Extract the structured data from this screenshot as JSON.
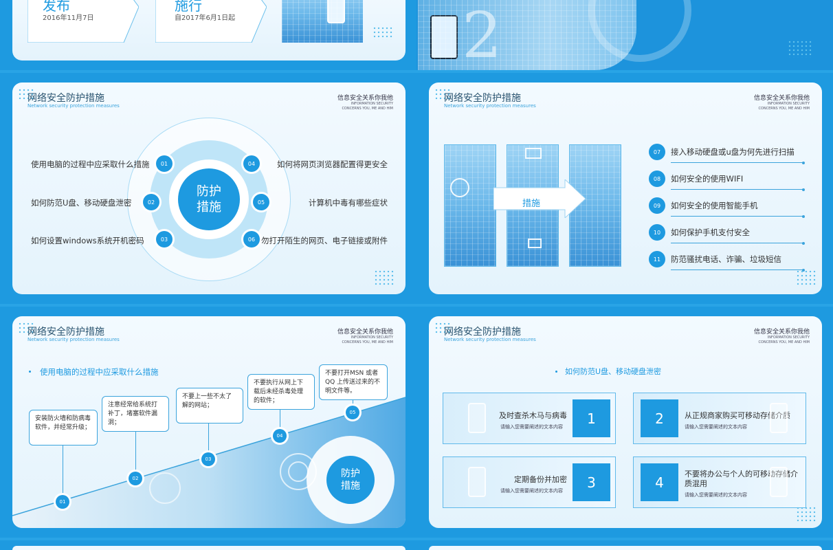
{
  "slide_top_left": {
    "card1": {
      "title": "发布",
      "date": "2016年11月7日"
    },
    "card2": {
      "title": "施行",
      "date": "自2017年6月1日起"
    }
  },
  "slide_top_right": {
    "big_number": "2"
  },
  "header": {
    "title": "网络安全防护措施",
    "subtitle": "Network security protection measures",
    "right_main": "信息安全关系你我他",
    "right_en1": "INFORMATION SECURITY",
    "right_en2": "CONCERNS YOU, ME AND HIM"
  },
  "slide_mid_left": {
    "center_line1": "防护",
    "center_line2": "措施",
    "items": [
      {
        "num": "01",
        "label": "使用电脑的过程中应采取什么措施"
      },
      {
        "num": "02",
        "label": "如何防范U盘、移动硬盘泄密"
      },
      {
        "num": "03",
        "label": "如何设置windows系统开机密码"
      },
      {
        "num": "04",
        "label": "如何将网页浏览器配置得更安全"
      },
      {
        "num": "05",
        "label": "计算机中毒有哪些症状"
      },
      {
        "num": "06",
        "label": "勿打开陌生的网页、电子链接或附件"
      }
    ]
  },
  "slide_mid_right": {
    "arrow_label": "措施",
    "items": [
      {
        "num": "07",
        "label": "接入移动硬盘或u盘为何先进行扫描"
      },
      {
        "num": "08",
        "label": "如何安全的使用WIFI"
      },
      {
        "num": "09",
        "label": "如何安全的使用智能手机"
      },
      {
        "num": "10",
        "label": "如何保护手机支付安全"
      },
      {
        "num": "11",
        "label": "防范骚扰电话、诈骗、垃圾短信"
      }
    ]
  },
  "slide_bottom_left": {
    "heading": "使用电脑的过程中应采取什么措施",
    "center_line1": "防护",
    "center_line2": "措施",
    "steps": [
      {
        "num": "01",
        "text": "安装防火墙和防病毒软件，并经常升级；"
      },
      {
        "num": "02",
        "text": "注意经常给系统打补丁，堵塞软件漏洞；"
      },
      {
        "num": "03",
        "text": "不要上一些不太了解的网站；"
      },
      {
        "num": "04",
        "text": "不要执行从网上下载后未经杀毒处理的软件；"
      },
      {
        "num": "05",
        "text": "不要打开MSN 或者QQ 上传送过来的不明文件等。"
      }
    ]
  },
  "slide_bottom_right": {
    "heading": "如何防范U盘、移动硬盘泄密",
    "boxes": [
      {
        "num": "1",
        "title": "及时查杀木马与病毒",
        "sub": "请输入您需要阐述的文本内容"
      },
      {
        "num": "2",
        "title": "从正规商家购买可移动存储介质",
        "sub": "请输入您需要阐述的文本内容"
      },
      {
        "num": "3",
        "title": "定期备份并加密",
        "sub": "请输入您需要阐述的文本内容"
      },
      {
        "num": "4",
        "title": "不要将办公与个人的可移动存储介质混用",
        "sub": "请输入您需要阐述的文本内容"
      }
    ]
  }
}
